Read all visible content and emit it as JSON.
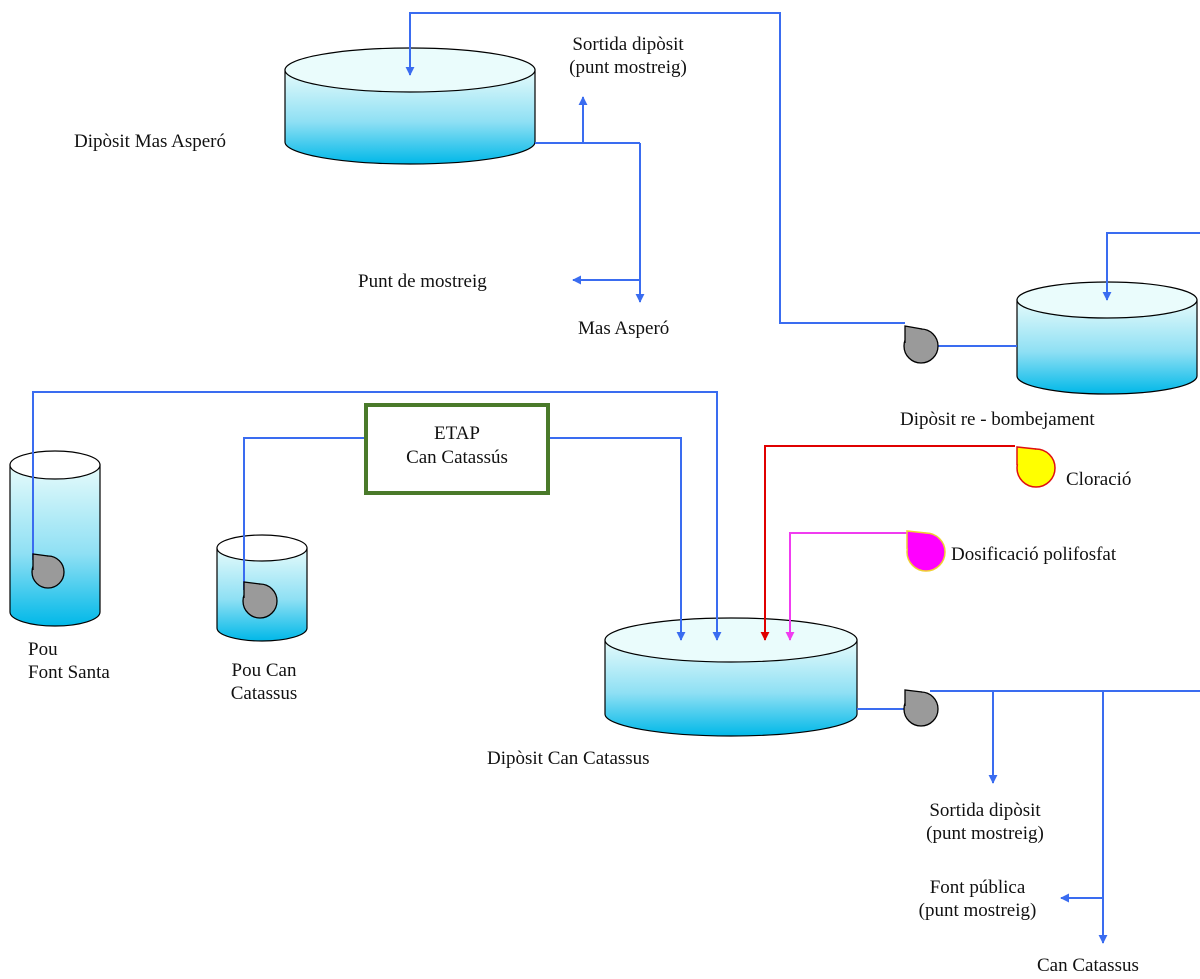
{
  "colors": {
    "pipe": "#3a6cf0",
    "chlorine_line": "#e00000",
    "polyphosphate_line": "#f03cf0",
    "etap_border": "#4a7a2a",
    "pump_fill": "#9a9a9a",
    "water_top": "#e6fbfb",
    "water_bottom": "#00b8e8",
    "chlorination_fill": "#ffff00",
    "polyphosphate_fill": "#ff00ff"
  },
  "tanks": {
    "mas_aspero": "Dipòsit Mas Asperó",
    "rebombejament": "Dipòsit re - bombejament",
    "can_catassus": "Dipòsit Can Catassus"
  },
  "wells": {
    "font_santa": [
      "Pou",
      "Font Santa"
    ],
    "can_catassus": [
      "Pou Can",
      "Catassus"
    ]
  },
  "etap": {
    "line1": "ETAP",
    "line2": "Can Catassús"
  },
  "dosing": {
    "chlorination": "Cloració",
    "polyphosphate": "Dosificació polifosfat"
  },
  "outlets": {
    "mas_sortida": [
      "Sortida dipòsit",
      "(punt mostreig)"
    ],
    "mas_punt": "Punt de mostreig",
    "mas_aspero": "Mas Asperó",
    "cc_sortida": [
      "Sortida dipòsit",
      "(punt mostreig)"
    ],
    "cc_font": [
      "Font pública",
      "(punt mostreig)"
    ],
    "cc_town": "Can Catassus"
  }
}
